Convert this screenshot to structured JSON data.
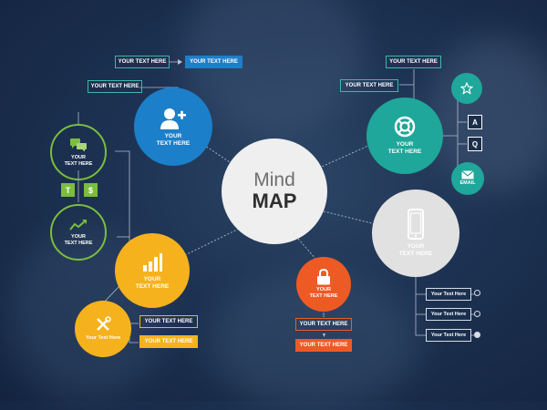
{
  "center": {
    "line1": "Mind",
    "line2": "MAP"
  },
  "colors": {
    "blue": "#1b7fc9",
    "green": "#7bbd3e",
    "yellow": "#f5b21c",
    "orange": "#ee5a24",
    "teal": "#1ea79a",
    "gray": "#e1e1e1",
    "outline_teal": "#3ab9a9",
    "outline_orange": "#ee5a24",
    "outline_yellow": "#f5b21c",
    "outline_white": "#d8dde5"
  },
  "nodes": {
    "blue": {
      "label": "YOUR\nTEXT HERE",
      "icon": "add-user-icon"
    },
    "teal": {
      "label": "YOUR\nTEXT HERE",
      "icon": "lifebuoy-icon"
    },
    "gray": {
      "label": "YOUR\nTEXT HERE",
      "icon": "smartphone-icon"
    },
    "orange": {
      "label": "YOUR\nTEXT HERE",
      "icon": "lock-icon"
    },
    "yellow": {
      "label": "YOUR\nTEXT HERE",
      "icon": "bar-chart-icon"
    },
    "yellow_small": {
      "label": "Your Text Here",
      "icon": "tools-icon"
    },
    "green_top": {
      "label": "YOUR\nTEXT HERE",
      "icon": "chat-icon"
    },
    "green_bottom": {
      "label": "YOUR\nTEXT HERE",
      "icon": "trend-icon"
    },
    "teal_star": {
      "icon": "star-icon"
    },
    "teal_email": {
      "label": "EMAIL",
      "icon": "email-icon"
    }
  },
  "letters": {
    "t": "T",
    "s": "$",
    "a": "A",
    "q": "Q"
  },
  "boxes": {
    "top_left_1": "YOUR TEXT HERE",
    "top_left_2": "YOUR TEXT HERE",
    "top_left_filled": "YOUR TEXT HERE",
    "top_right_1": "YOUR TEXT HERE",
    "top_right_2": "YOUR TEXT HERE",
    "orange_outline": "YOUR TEXT HERE",
    "orange_filled": "YOUR TEXT HERE",
    "yellow_outline": "YOUR TEXT HERE",
    "yellow_filled": "YOUR TEXT HERE",
    "right_list": [
      "Your Text Here",
      "Your Text Here",
      "Your Text Here"
    ]
  }
}
